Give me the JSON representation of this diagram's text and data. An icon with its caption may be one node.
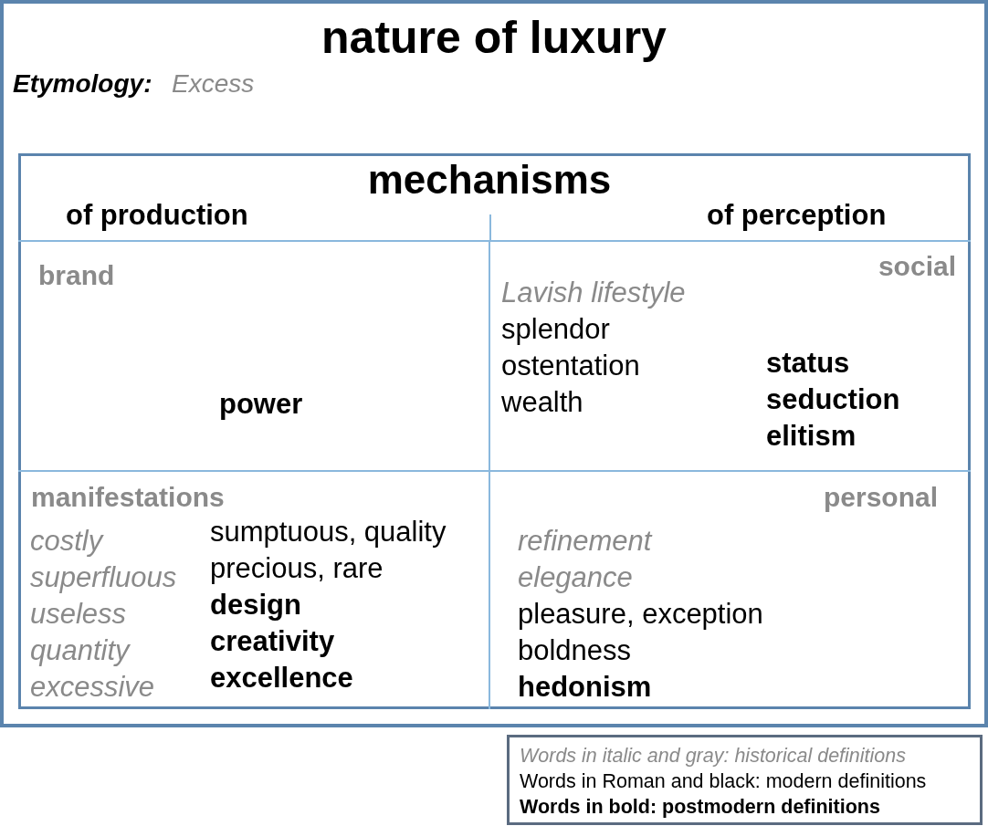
{
  "diagram": {
    "title": "nature of luxury",
    "nodes": [
      {
        "text": [
          "Etymology:",
          "Excess"
        ]
      },
      {
        "text": [
          "mechanisms",
          "of production",
          "of perception"
        ],
        "in": 0
      },
      {
        "text": [
          "brand",
          "power"
        ],
        "in": 1
      },
      {
        "text": [
          "social",
          "Lavish lifestyle",
          "splendor",
          "ostentation",
          "wealth",
          "status",
          "seduction",
          "elitism"
        ],
        "in": 1
      },
      {
        "text": [
          "manifestations",
          "costly",
          "superfluous",
          "useless",
          "quantity",
          "excessive",
          "sumptuous, quality",
          "precious, rare",
          "design",
          "creativity",
          "excellence"
        ],
        "in": 1
      },
      {
        "text": [
          "personal",
          "refinement",
          "elegance",
          "pleasure, exception",
          "boldness",
          "hedonism"
        ],
        "in": 1
      }
    ],
    "legend": [
      {
        "text": "Words in italic and gray: historical definitions"
      },
      {
        "text": "Words in Roman and black: modern definitions"
      },
      {
        "text": "Words in bold: postmodern definitions"
      }
    ]
  }
}
